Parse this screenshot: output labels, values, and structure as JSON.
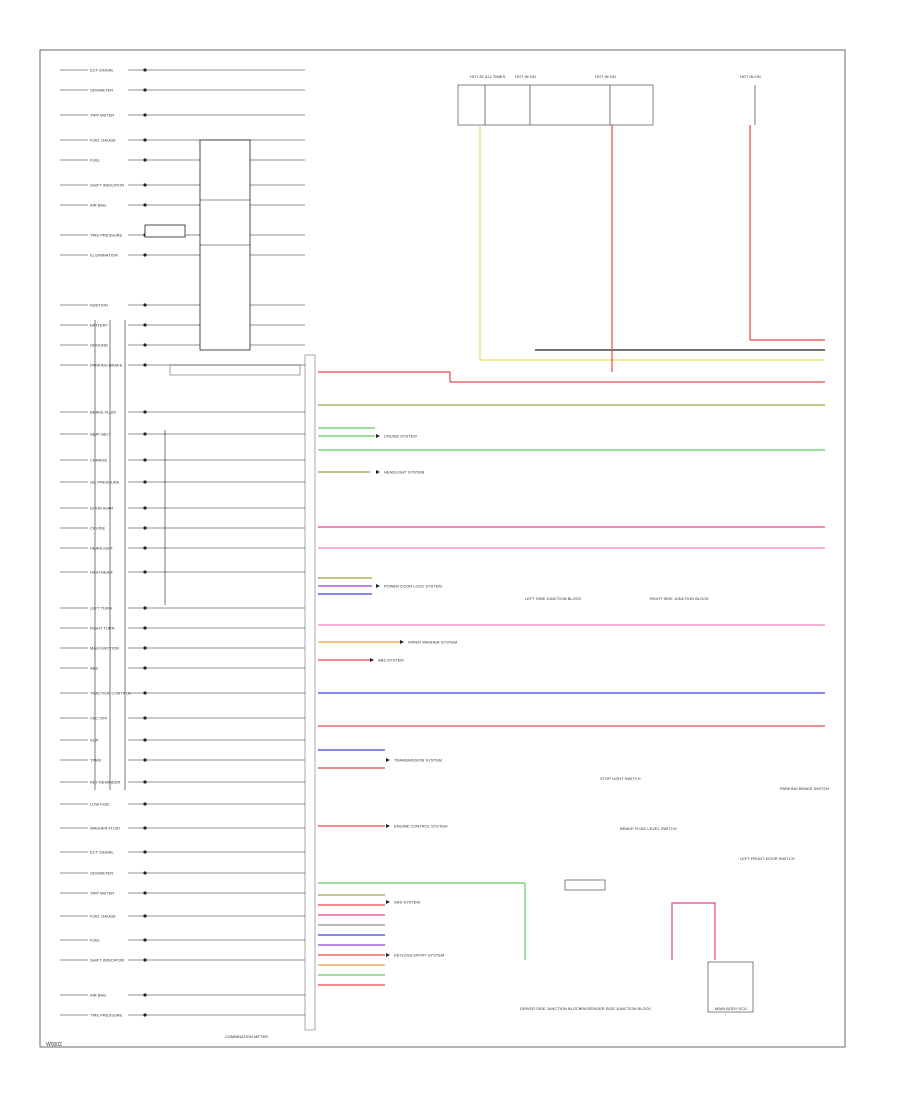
{
  "diagram": {
    "code": "W0002",
    "cluster_label": "COMBINATION METER",
    "left_inputs": [
      "ECT SIGNAL",
      "ODOMETER",
      "TRIP METER",
      "FUEL GAUGE",
      "FUEL",
      "SHIFT INDICATOR",
      "AIR BAG",
      "TIRE PRESSURE",
      "ILLUMINATION",
      "IGNITION",
      "BATTERY",
      "GROUND",
      "PARKING BRAKE",
      "BRAKE FLUID",
      "SEAT BELT",
      "CHARGE",
      "OIL PRESSURE",
      "DOOR AJAR",
      "CRUISE",
      "HEADLIGHT",
      "HIGH BEAM",
      "LEFT TURN",
      "RIGHT TURN",
      "MALFUNCTION",
      "ABS",
      "TRACTION CONTROL",
      "VSC OFF",
      "SLIP",
      "TPMS",
      "KEY REMINDER",
      "LOW FUEL",
      "WASHER FLUID"
    ],
    "top_fuses": [
      "HOT AT ALL TIMES",
      "HOT IN ON",
      "HOT IN ON",
      "HOT IN ON"
    ],
    "components": [
      "LEFT SIDE JUNCTION BLOCK",
      "RIGHT SIDE JUNCTION BLOCK",
      "DRIVER SIDE JUNCTION BLOCK",
      "PASSENGER SIDE JUNCTION BLOCK",
      "PARKING BRAKE SWITCH",
      "BRAKE FLUID LEVEL SWITCH",
      "STOP LIGHT SWITCH",
      "LEFT FRONT DOOR SWITCH",
      "MAIN BODY ECU"
    ],
    "systems": [
      "CRUISE SYSTEM",
      "HEADLIGHT SYSTEM",
      "POWER DOOR LOCK SYSTEM",
      "WIPER WASHER SYSTEM",
      "ABS SYSTEM",
      "TRANSMISSION SYSTEM",
      "ENGINE CONTROL SYSTEM",
      "SRS SYSTEM",
      "KEYLESS ENTRY SYSTEM"
    ],
    "colors": {
      "red": "#e8474a",
      "yellow": "#e8e060",
      "green": "#5ed05e",
      "magenta": "#e8408c",
      "pink": "#f080c0",
      "blue": "#4040e0",
      "olive": "#a0a040",
      "orange": "#f0a040",
      "purple": "#9040c0",
      "gray": "#909090",
      "black": "#222222"
    }
  }
}
